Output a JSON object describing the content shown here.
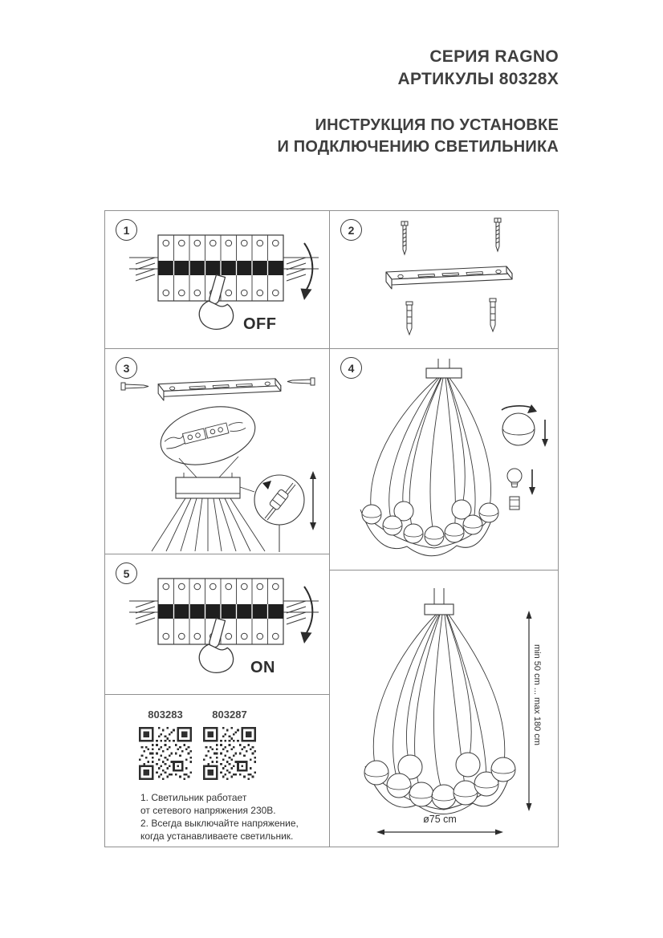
{
  "header": {
    "series": "СЕРИЯ RAGNO",
    "articles": "АРТИКУЛЫ 80328X",
    "instruction_line1": "ИНСТРУКЦИЯ ПО УСТАНОВКЕ",
    "instruction_line2": "И ПОДКЛЮЧЕНИЮ СВЕТИЛЬНИКА"
  },
  "steps": [
    {
      "number": "1",
      "label": "OFF",
      "icon": "circuit-breakers-finger-off"
    },
    {
      "number": "2",
      "icon": "mounting-bracket-screws-anchors"
    },
    {
      "number": "3",
      "icon": "bracket-terminal-wiring-canopy-cable-lock"
    },
    {
      "number": "4",
      "icon": "chandelier-assembly-shade-bulb"
    },
    {
      "number": "5",
      "label": "ON",
      "icon": "circuit-breakers-finger-on"
    }
  ],
  "final_view": {
    "icon": "installed-chandelier",
    "height_range": "min 50 cm ... max 180 cm",
    "diameter": "ø75 cm"
  },
  "codes": [
    {
      "value": "803283",
      "icon": "qr-code"
    },
    {
      "value": "803287",
      "icon": "qr-code"
    }
  ],
  "notes": [
    "1. Светильник работает",
    "от сетевого напряжения 230В.",
    "2. Всегда выключайте напряжение,",
    "когда устанавливаете светильник."
  ],
  "colors": {
    "line": "#3a3a3a",
    "panel_border": "#909090",
    "text": "#3b3b3b"
  }
}
